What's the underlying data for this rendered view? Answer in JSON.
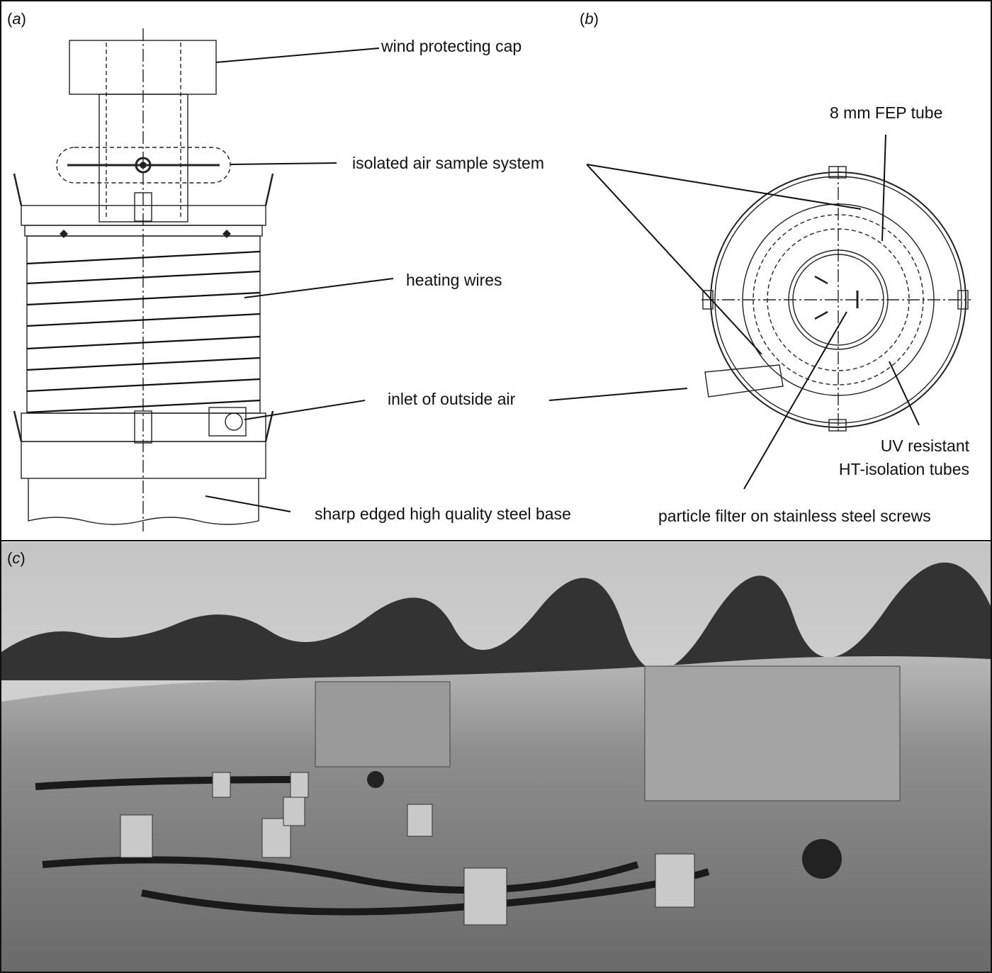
{
  "panels": {
    "a": {
      "label_open": "(",
      "letter": "a",
      "label_close": ")"
    },
    "b": {
      "label_open": "(",
      "letter": "b",
      "label_close": ")"
    },
    "c": {
      "label_open": "(",
      "letter": "c",
      "label_close": ")"
    }
  },
  "annotations": {
    "wind_cap": "wind protecting cap",
    "isolated_air": "isolated air sample system",
    "heating_wires": "heating wires",
    "inlet": "inlet of outside air",
    "steel_base": "sharp edged high quality steel base",
    "fep_tube": "8 mm FEP tube",
    "uv_line1": "UV resistant",
    "uv_line2": "HT-isolation tubes",
    "particle_filter": "particle filter on stainless steel screws"
  },
  "colors": {
    "line": "#111111",
    "sky": "#d8d8d8",
    "field": "#8a8a8a",
    "trees": "#2a2a2a"
  }
}
